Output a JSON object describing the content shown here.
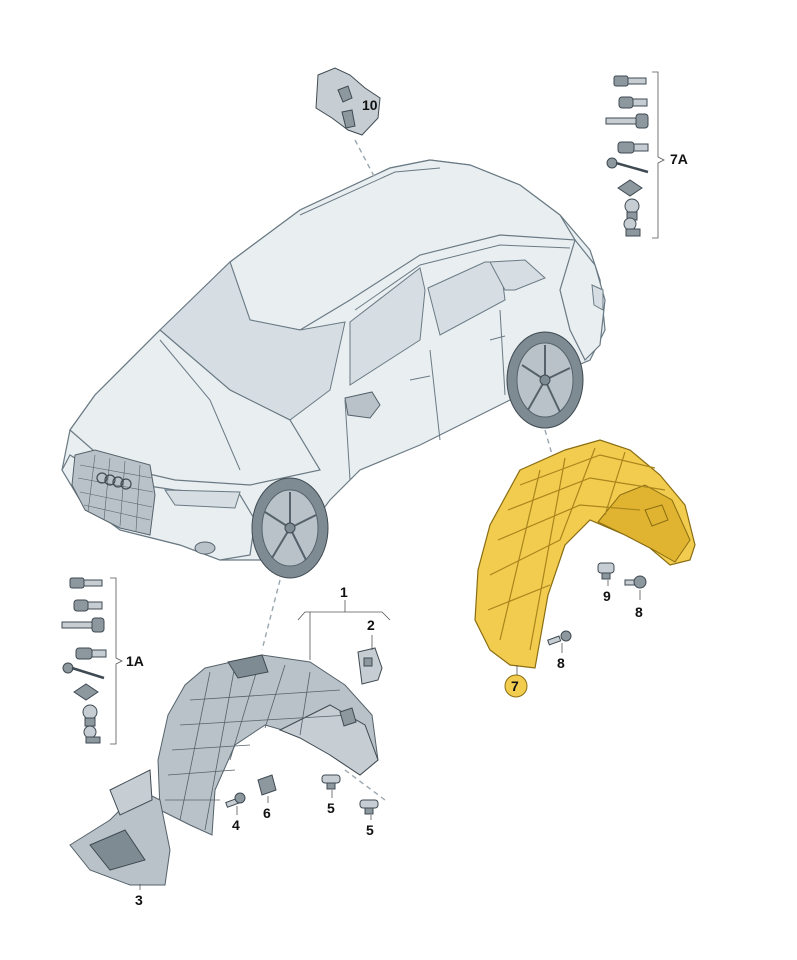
{
  "callouts": {
    "c10": "10",
    "c7A": "7A",
    "c1A": "1A",
    "c1": "1",
    "c2": "2",
    "c3": "3",
    "c4": "4",
    "c5a": "5",
    "c5b": "5",
    "c6": "6",
    "c7": "7",
    "c8a": "8",
    "c8b": "8",
    "c9": "9"
  },
  "colors": {
    "highlight_part": "#f2cc4f",
    "callout_badge": "#f2cc4f",
    "body": "#e9eef1",
    "outline": "#6a7a84"
  },
  "icons": [
    "vehicle-illustration",
    "front-wheel-housing-liner",
    "rear-wheel-housing-liner-highlighted",
    "screw-kit",
    "clip-kit"
  ]
}
